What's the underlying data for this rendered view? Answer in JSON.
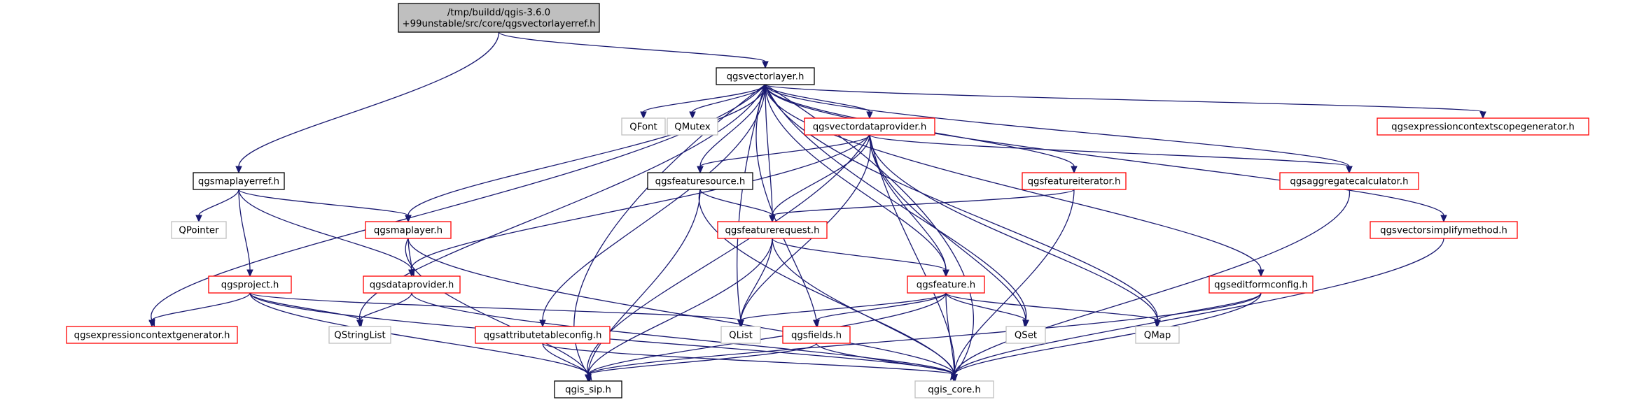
{
  "diagram": {
    "nodes": {
      "root": [
        "/tmp/buildd/qgis-3.6.0",
        "+99unstable/src/core/qgsvectorlayerref.h"
      ],
      "qgsvectorlayer": "qgsvectorlayer.h",
      "qgsmaplayerref": "qgsmaplayerref.h",
      "qfont": "QFont",
      "qmutex": "QMutex",
      "qgsvectordataprovider": "qgsvectordataprovider.h",
      "qgsexpressioncontextscopegenerator": "qgsexpressioncontextscopegenerator.h",
      "qgsfeaturesource": "qgsfeaturesource.h",
      "qgsfeatureiterator": "qgsfeatureiterator.h",
      "qgsaggregatecalculator": "qgsaggregatecalculator.h",
      "qpointer": "QPointer",
      "qgsmaplayer": "qgsmaplayer.h",
      "qgsfeaturerequest": "qgsfeaturerequest.h",
      "qgsvectorsimplifymethod": "qgsvectorsimplifymethod.h",
      "qgsproject": "qgsproject.h",
      "qgsdataprovider": "qgsdataprovider.h",
      "qgsfeature": "qgsfeature.h",
      "qgseditformconfig": "qgseditformconfig.h",
      "qgsexpressioncontextgenerator": "qgsexpressioncontextgenerator.h",
      "qstringlist": "QStringList",
      "qgsattributetableconfig": "qgsattributetableconfig.h",
      "qlist": "QList",
      "qgsfields": "qgsfields.h",
      "qset": "QSet",
      "qmap": "QMap",
      "qgis_sip": "qgis_sip.h",
      "qgis_core": "qgis_core.h"
    }
  }
}
